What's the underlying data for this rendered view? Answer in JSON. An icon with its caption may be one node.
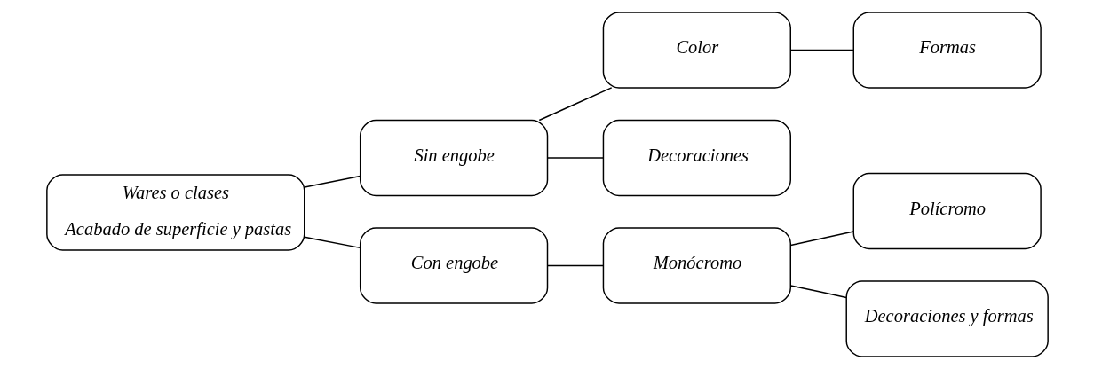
{
  "diagram": {
    "nodes": [
      {
        "text": [
          "Wares o clases",
          "Acabado de superficie y pastas"
        ]
      },
      {
        "text": [
          "Sin engobe"
        ]
      },
      {
        "text": [
          "Color"
        ]
      },
      {
        "text": [
          "Decoraciones"
        ]
      },
      {
        "text": [
          "Formas"
        ]
      },
      {
        "text": [
          "Con engobe"
        ]
      },
      {
        "text": [
          "Monócromo"
        ]
      },
      {
        "text": [
          "Polícromo"
        ]
      },
      {
        "text": [
          "Decoraciones y formas"
        ]
      }
    ],
    "edges": [
      {
        "from": 0,
        "to": 1,
        "arrow": "none"
      },
      {
        "from": 0,
        "to": 5,
        "arrow": "none"
      },
      {
        "from": 1,
        "to": 2,
        "arrow": "none"
      },
      {
        "from": 1,
        "to": 3,
        "arrow": "none"
      },
      {
        "from": 2,
        "to": 4,
        "arrow": "none"
      },
      {
        "from": 5,
        "to": 6,
        "arrow": "none"
      },
      {
        "from": 6,
        "to": 7,
        "arrow": "none"
      },
      {
        "from": 6,
        "to": 8,
        "arrow": "none"
      }
    ]
  }
}
